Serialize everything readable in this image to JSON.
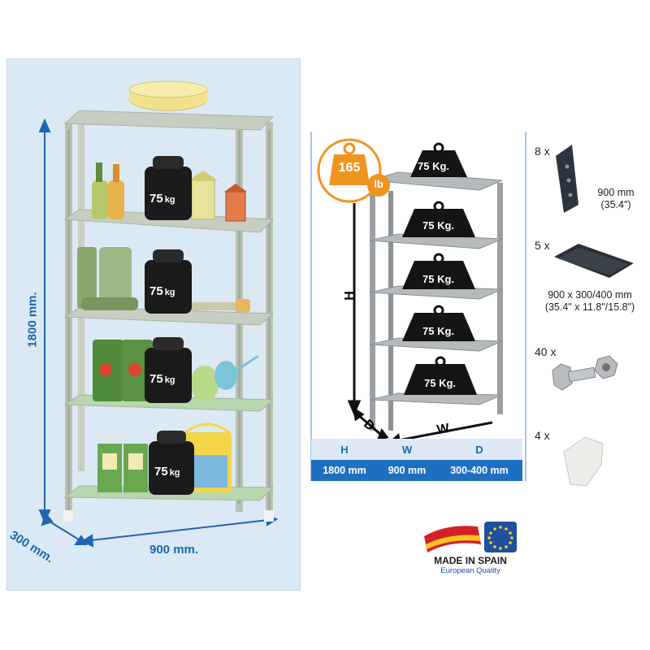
{
  "left_panel": {
    "height_label": "1800 mm.",
    "depth_label": "300 mm.",
    "width_label": "900 mm.",
    "weight_labels": [
      "75",
      "75",
      "75",
      "75"
    ],
    "weight_unit": "kg"
  },
  "diagram": {
    "capacity_value": "165",
    "capacity_unit": "lb",
    "weight_labels": [
      "75 Kg.",
      "75 Kg.",
      "75 Kg.",
      "75 Kg.",
      "75 Kg."
    ],
    "axis_h": "H",
    "axis_d": "D",
    "axis_w": "W"
  },
  "spec_table": {
    "headers": [
      "H",
      "W",
      "D"
    ],
    "values": [
      "1800 mm",
      "900 mm",
      "300-400 mm"
    ]
  },
  "accessories": [
    {
      "qty": "8 x",
      "lines": [
        "900 mm",
        "(35.4\")"
      ]
    },
    {
      "qty": "5 x",
      "lines": [
        "900 x 300/400 mm",
        "(35.4\" x 11.8\"/15.8\")"
      ]
    },
    {
      "qty": "40 x",
      "lines": []
    },
    {
      "qty": "4 x",
      "lines": []
    }
  ],
  "badge": {
    "line1": "MADE IN SPAIN",
    "line2": "European Quality"
  },
  "colors": {
    "accent_blue": "#1f6fc0",
    "capacity_orange": "#f0941f",
    "panel_bg": "#dbe9f4"
  }
}
